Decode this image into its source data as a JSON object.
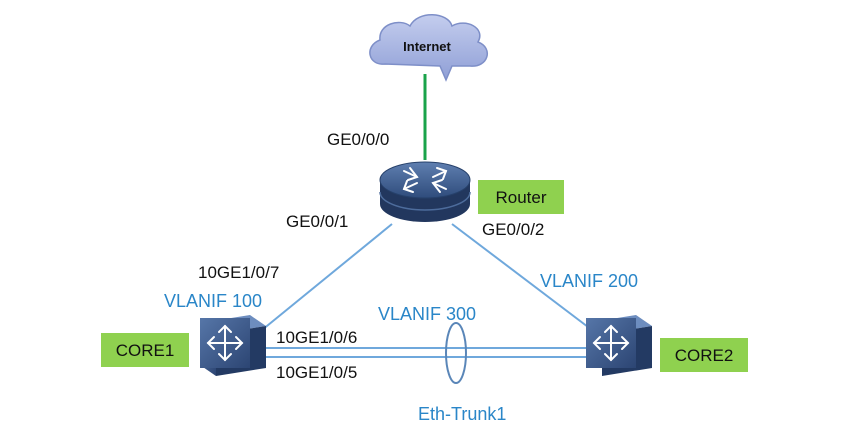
{
  "cloud": {
    "label": "Internet"
  },
  "router": {
    "tag": "Router",
    "uplink_port": "GE0/0/0",
    "port_left": "GE0/0/1",
    "port_right": "GE0/0/2"
  },
  "core1": {
    "tag": "CORE1",
    "uplink_port": "10GE1/0/7",
    "vlanif": "VLANIF 100",
    "port_top": "10GE1/0/6",
    "port_bottom": "10GE1/0/5"
  },
  "core2": {
    "tag": "CORE2",
    "vlanif": "VLANIF 200"
  },
  "trunk": {
    "vlanif": "VLANIF 300",
    "name": "Eth-Trunk1"
  },
  "colors": {
    "link": "#6fa8dc",
    "internet_link": "#1aa34a",
    "vlan_text": "#2a86c8",
    "tag_fill": "#8fd14f",
    "cloud_fill": "#aab6e0",
    "device_body": "#3e5f91"
  }
}
